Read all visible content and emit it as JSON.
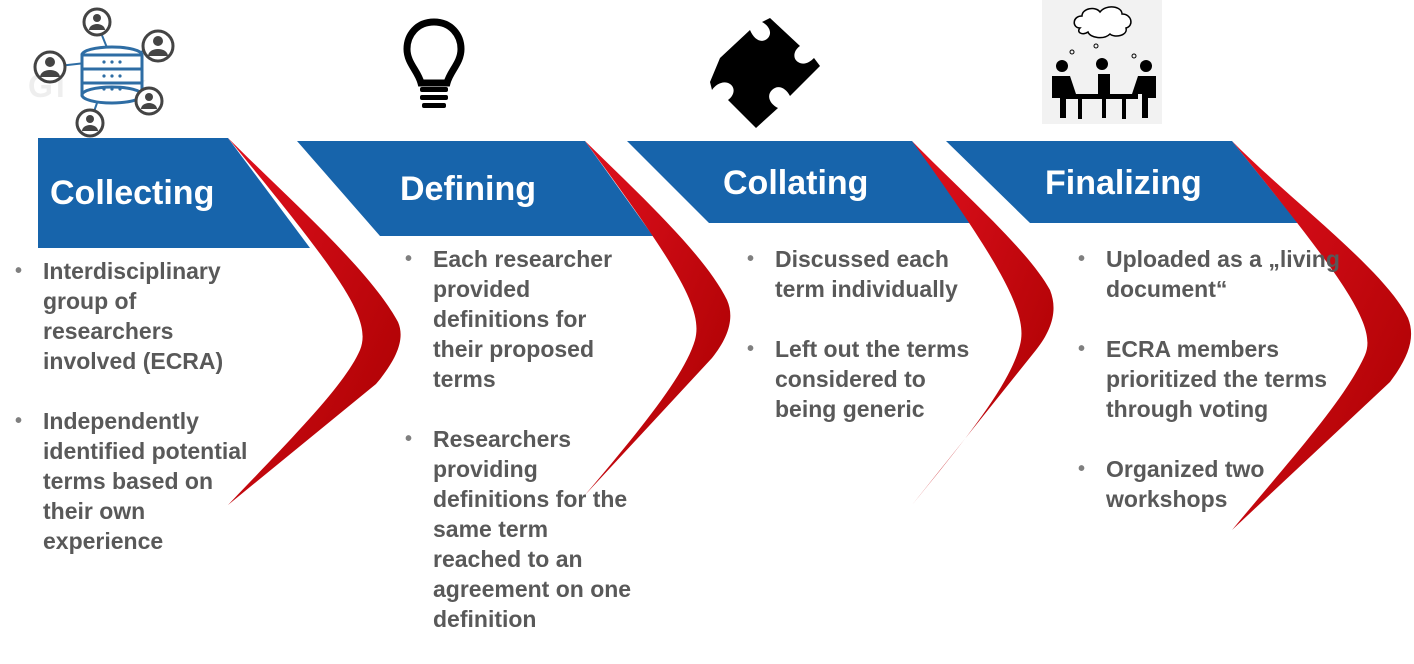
{
  "stages": [
    {
      "title": "Collecting",
      "bullets": [
        "Interdisciplinary group of researchers involved (ECRA)",
        "Independently identified potential terms based on their own experience"
      ]
    },
    {
      "title": "Defining",
      "bullets": [
        "Each researcher provided definitions for their proposed terms",
        "Researchers providing definitions for the same term reached to an agreement on one definition"
      ]
    },
    {
      "title": "Collating",
      "bullets": [
        "Discussed each term individually",
        "Left out the terms considered to being generic"
      ]
    },
    {
      "title": "Finalizing",
      "bullets": [
        "Uploaded as a „living document“",
        "ECRA members prioritized the terms through voting",
        "Organized two workshops"
      ]
    }
  ],
  "colors": {
    "header_blue": "#1764ab",
    "chevron_red": "#c00000",
    "text_gray": "#595959"
  },
  "icons": [
    "database-network-icon",
    "lightbulb-icon",
    "puzzle-piece-icon",
    "meeting-people-icon"
  ]
}
